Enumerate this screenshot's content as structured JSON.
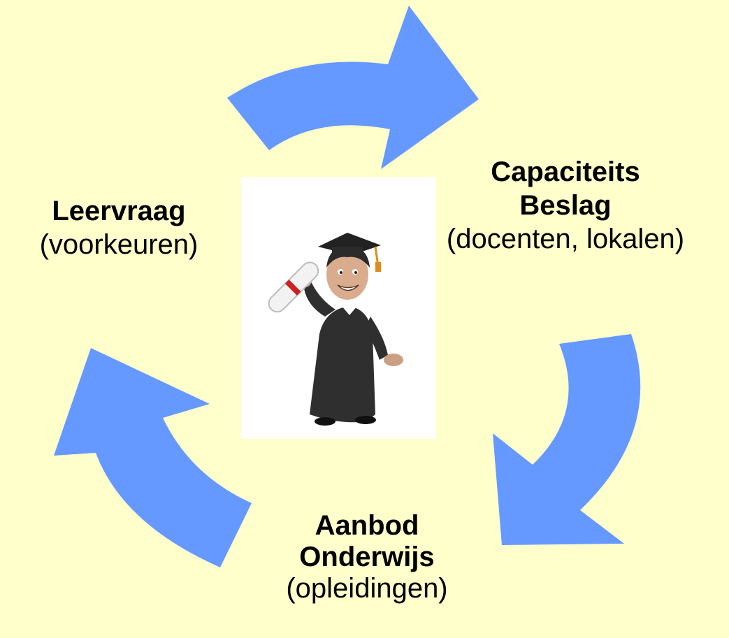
{
  "colors": {
    "background": "#ffffcc",
    "arrow": "#6699ff",
    "text": "#000000"
  },
  "nodes": {
    "leervraag": {
      "title": "Leervraag",
      "subtitle": "(voorkeuren)"
    },
    "capaciteit": {
      "title_line1": "Capaciteits",
      "title_line2": "Beslag",
      "subtitle": "(docenten, lokalen)"
    },
    "aanbod": {
      "title_line1": "Aanbod",
      "title_line2": "Onderwijs",
      "subtitle": "(opleidingen)"
    }
  },
  "center_image": {
    "icon": "graduate-with-diploma-icon"
  }
}
